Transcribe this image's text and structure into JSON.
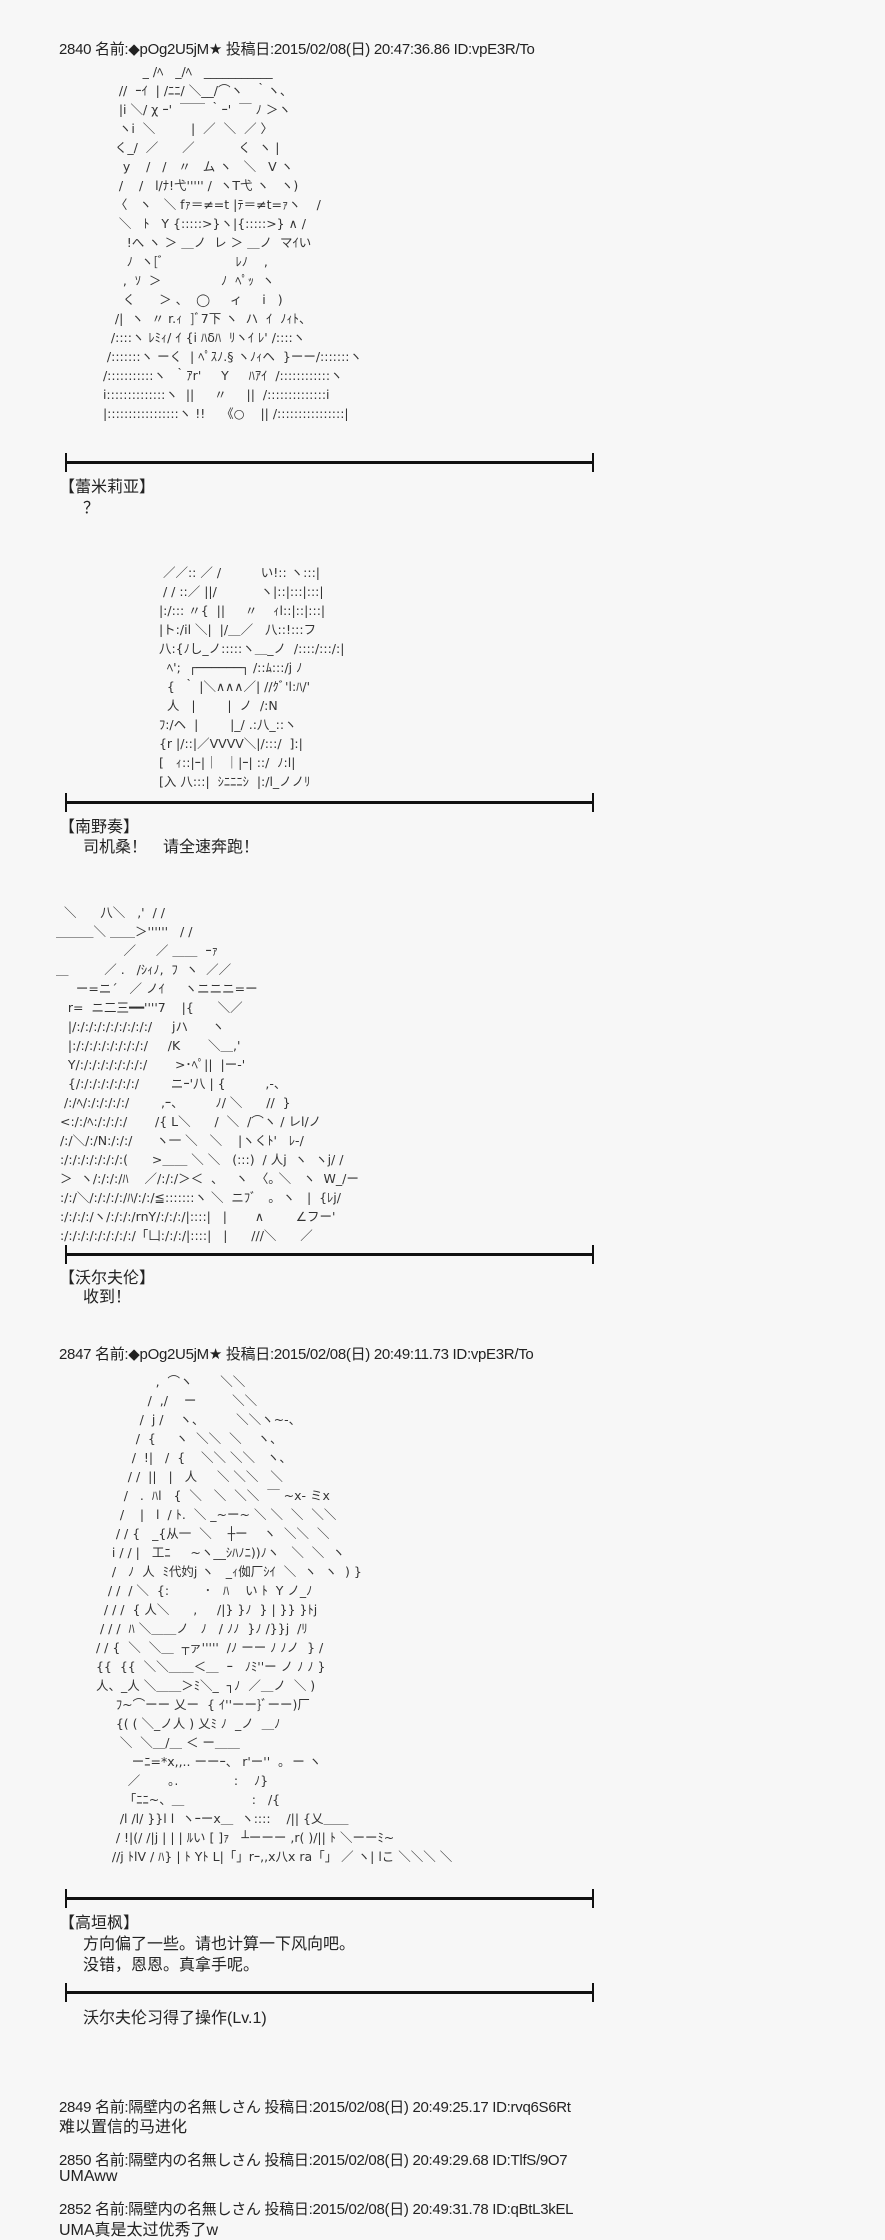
{
  "posts": [
    {
      "header": "2840 名前:◆pOg2U5jM★ 投稿日:2015/02/08(日) 20:47:36.86 ID:vpE3R/To"
    },
    {
      "header": "2847 名前:◆pOg2U5jM★ 投稿日:2015/02/08(日) 20:49:11.73 ID:vpE3R/To"
    },
    {
      "header": "2849 名前:隔壁内の名無しさん 投稿日:2015/02/08(日) 20:49:25.17 ID:rvq6S6Rt",
      "body": "难以置信的马进化"
    },
    {
      "header": "2850 名前:隔壁内の名無しさん 投稿日:2015/02/08(日) 20:49:29.68 ID:TlfS/9O7",
      "body": "UMAww"
    },
    {
      "header": "2852 名前:隔壁内の名無しさん 投稿日:2015/02/08(日) 20:49:31.78 ID:qBtL3kEL",
      "body": "UMA真是太过优秀了w"
    }
  ],
  "scenes": [
    {
      "speaker": "【蕾米莉亚】",
      "lines": [
        "？"
      ]
    },
    {
      "speaker": "【南野奏】",
      "lines": [
        "司机桑！　请全速奔跑！"
      ]
    },
    {
      "speaker": "【沃尔夫伦】",
      "lines": [
        "收到！"
      ]
    },
    {
      "speaker": "【高垣枫】",
      "lines": [
        "方向偏了一些。请也计算一下风向吧。",
        "没错，恩恩。真拿手呢。"
      ]
    }
  ],
  "system_message": "沃尔夫伦习得了操作(Lv.1)",
  "art": {
    "a1": "            _ /ﾍ   _/ﾍ   ___________\n      //  ｰｲ  | /ﾆﾆ/ ＼__/⌒ヽ   ｀ヽ、\n      |i ＼/ χ ｰ'  ￣￣ ｀ｰ'  ￣ ﾉ ＞ヽ\n      ヽi  ＼         |  ／  ＼  ／ 〉\n     く_/  ／      ／           く  ヽ |\n       y    /   /   〃   ム ヽ   ＼   V ヽ\n      /    /   l/ﾅ!弋''''' /  ヽT弋 ヽ   ヽ)\n     〈   ヽ   ＼ fｧ＝≠=t |ﾃ＝≠t=ｧヽ    /\n      ＼   ﾄ   Y {:::::>}ヽ|{:::::>} ∧ /\n        !へ ヽ ＞ ＿ノ  レ ＞ ＿ノ  マｲい\n        ﾉ  ヽ[ﾞ                  ﾚﾉ    ,\n       ,  ｿ  ＞               ﾉ  ﾍﾟｯ  ヽ\n       く      ＞ 、  ◯     ィ     i   )\n     /|  ヽ  〃 r.ｨ  ]ﾞ7下 ヽ  ハ  ｲ  ﾉｨﾄ、\n    /::::ヽ ﾚﾐｨ/ ｲ {i ﾊδﾊ  ﾘヽｲ ﾚ' /::::ヽ\n   /:::::::ヽ ーく  | ﾍﾟｽﾉ.§ ヽﾉｨヘ  }ーー/:::::::ヽ\n  /:::::::::::ヽ  ｀ｱr'     Y     ﾊｱｲ  /::::::::::::ヽ\n  i::::::::::::::ヽ  ||     〃     ||  /::::::::::::::i\n  |:::::::::::::::::ヽ !!    《○    || /::::::::::::::::|",
    "a2": "  ／／:: ／ /          い!:: ヽ:::|\n  / / ::／ ||/           ヽ|::|:::|:::|\n |:/::: 〃{  ||     〃    ｨl::|::|:::|\n |ト:/il ＼|  |/＿／   八::!:::フ\n 八:{ﾉし_ノ:::::ヽ＿_ノ  /::::/:::/:|\n   ﾍ';  ┌──────┐ /::ﾑ:::/j ﾉ\n   {  ｀ |＼∧∧∧／| //ｸﾞ'l:ﾊ/'\n   人   |        |  ノ  /:N\n ﾌ:/ヘ  |        |_/ .:八_::ヽ\n {r |/::|／VVVV＼|/:::/  ]:|\n [   ｨ::|ｰ|｜  ｜|ｰ| ::/  ﾉ:l|\n [入 八:::|  ｼﾆﾆﾆｼ  |:/l_ノノﾘ",
    "a3": "  ＼      八＼   ,'  / /\n＿＿＿＼ ＿＿＞''''''   / /\n                 ／     ／ ＿＿  ｰｧ\n＿         ／ .   /ｼｨﾉ,  ﾌ  ヽ  ／／\n     ー=ニ´   ／ ノｲ     ヽニニニ=ー\n   r=  ニ二三━━''''7    |{      ＼／\n   |/:/:/:/:/:/:/:/:/:/     jハ      ヽ\n   |:/:/:/:/:/:/:/:/:/     /K       ＼＿,'\n   Y/:/:/:/:/:/:/:/:/       >･ﾍﾟ||  |ー-'\n   {/:/:/:/:/:/:/:/        ニｰ'八 | {          ,-、\n  /:/ﾍ/:/:/:/:/:/        ,ｰ、        ﾉ/ ＼      //  }\n <:/:/ﾍ:/:/:/:/       /{ L＼      /  ＼  /⌒ヽ / レl/ノ\n /:/＼/:/N:/:/:/      ヽ一 ＼   ＼    |ヽくﾄ'   ﾚ-/\n :/:/:/:/:/:/:/:(      >＿＿ ＼ ＼   (:::)  / 人j  ヽ  ヽj/ /\n ＞  ヽ/:/:/:/ﾊ    ／/:/:/＞＜  、   ヽ  〈｡ ＼   ヽ  W_/ー\n :/:/＼/:/:/:/:/ﾊ/:/:/≦:::::::ヽ ＼  ニﾌﾞ   ｡  ヽ   |  {ﾚj/\n :/:/:/:/ヽ/:/:/:/rnY/:/:/:/|::::|   |       ∧        ∠フー'\n :/:/:/:/:/:/:/:/:/「凵:/:/:/|::::|   |      ///＼      ／",
    "a4": "                ,  ⌒ヽ       ＼＼\n              /  ,/    ー         ＼＼\n            /  j /    ヽ、        ＼＼ヽ~-、\n           /  {     ヽ  ＼＼  ＼    ヽ、\n          /  !|   /  {    ＼＼ ＼＼   ヽ、\n         / /  ||   |   人     ＼ ＼＼   ＼\n        /   .  ﾊl   {  ＼   ＼  ＼＼  ￣ ~x- ミx\n       /    |   l  / ﾄ.  ＼ _~ー~ ＼ ＼  ＼  ＼＼\n      / / {   _{从一  ＼    ┼ー    ヽ  ＼＼  ＼\n     i / / |   工ﾆ     ~ヽ__ｼﾊﾉﾆ))ﾉヽ   ＼  ＼  ヽ\n     /   ﾉ  人  ﾐ代妁j ヽ   _ｨ侞厂ｼｲ  ＼  ヽ  ヽ  ) }\n    / /  / ＼  {:         ･   ﾊ    い ﾄ  Y ノ_ﾉ\n   / / /  { 人＼      ,     /|} }ﾉ  } | }} }ﾄj\n  / / /  ﾊ ＼＿＿ノ   ﾉ   / ﾉﾉ  }ﾉ /}}j  /ﾘ\n / / {  ＼  ＼＿  ┬ァ'''''  /ﾉ ーー ﾉ ﾉノ  } /\n {{  {{  ＼＼＿＿＜＿  ｰ   ﾉﾐ''ー ノ ﾉ ﾉ }\n 人、_人 ＼＿＿＞ﾐ＼_  ┐ﾉ  ／＿ノ  ＼ )\n      ﾌ~⌒ーー 乂ー  { ｲ''ーー}ﾞーー)厂\n      {( ( ＼_ノ人 ) 乂ﾐ ﾉ  _ノ  ＿ﾉ\n       ＼  ＼＿/＿ ＜ ー＿＿\n          ーﾆ=*x,,.. ーーｰ、 r'ー''  ｡  ー ヽ\n         ／       ｡.              :    ﾉ}\n        「ﾆﾆ~、＿                 :   /{\n       /l /l/ }}l l  ヽｰーx＿  ヽ::::    /|| {乂＿＿\n      / !|(/ /|j | | | ﾙい [ ]ｧ   ┴ーーー ,r( )/|| ﾄ ＼ーーﾐ~\n     //j ﾄlV / ﾊ} | ﾄ Yﾄ L|「」rｰ,,x八x ra「」 ／ ヽ| lこ ＼＼＼ ＼"
  }
}
